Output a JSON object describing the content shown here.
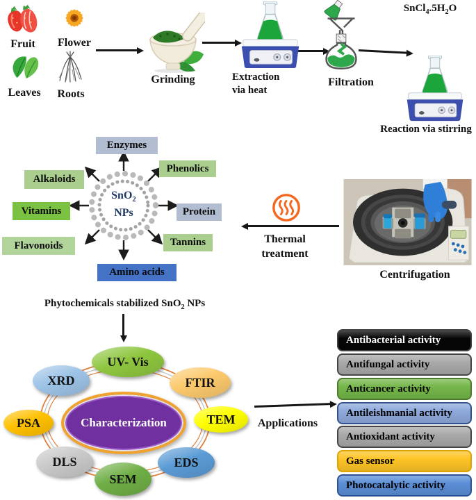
{
  "top": {
    "sources": [
      {
        "label": "Fruit"
      },
      {
        "label": "Flower"
      },
      {
        "label": "Leaves"
      },
      {
        "label": "Roots"
      }
    ],
    "grinding_label": "Grinding",
    "extraction_label_line1": "Extraction",
    "extraction_label_line2": "via heat",
    "filtration_label": "Filtration",
    "reaction_label": "Reaction via stirring",
    "reagent": {
      "p1": "SnCl",
      "sub1": "4",
      "p2": ".5H",
      "sub2": "2",
      "p3": "O"
    }
  },
  "phyto": {
    "core": {
      "p1": "SnO",
      "sub1": "2",
      "line2": "NPs",
      "color": "#1f3864"
    },
    "items": [
      {
        "label": "Enzymes",
        "bg": "#b3bdd1"
      },
      {
        "label": "Phenolics",
        "bg": "#a9ce8e"
      },
      {
        "label": "Alkaloids",
        "bg": "#a9ce8e"
      },
      {
        "label": "Vitamins",
        "bg": "#7cc242"
      },
      {
        "label": "Protein",
        "bg": "#b3bdd1"
      },
      {
        "label": "Tannins",
        "bg": "#a9ce8e"
      },
      {
        "label": "Flavonoids",
        "bg": "#b0d49a"
      },
      {
        "label": "Amino acids",
        "bg": "#4472c4"
      }
    ]
  },
  "process": {
    "thermal_line1": "Thermal",
    "thermal_line2": "treatment",
    "centrifugation_label": "Centrifugation",
    "heat_icon_color": "#f4671f"
  },
  "caption": {
    "p1": "Phytochemicals stabilized SnO",
    "sub1": "2",
    "p2": " NPs"
  },
  "wheel": {
    "center_label": "Characterization",
    "center_bg": "#7030a0",
    "ring_color": "#e0803f",
    "techniques": [
      {
        "label": "UV- Vis",
        "bg": "#8ec63f"
      },
      {
        "label": "FTIR",
        "bg": "#fbc96c"
      },
      {
        "label": "TEM",
        "bg": "#ffff00"
      },
      {
        "label": "EDS",
        "bg": "#5b9bd5"
      },
      {
        "label": "SEM",
        "bg": "#6fae46"
      },
      {
        "label": "DLS",
        "bg": "#c9c9c9"
      },
      {
        "label": "PSA",
        "bg": "#ffc000"
      },
      {
        "label": "XRD",
        "bg": "#9dc3e6"
      }
    ]
  },
  "applications": {
    "label": "Applications",
    "items": [
      {
        "label": "Antibacterial activity",
        "bg": "#050505",
        "fg": "#ffffff",
        "border": "#404040"
      },
      {
        "label": "Antifungal activity",
        "bg": "#a8a8a8",
        "fg": "#000000",
        "border": "#454545"
      },
      {
        "label": "Anticancer activity",
        "bg": "#74b649",
        "fg": "#000000",
        "border": "#4e7a2e"
      },
      {
        "label": "Antileishmanial activity",
        "bg": "#8ea9db",
        "fg": "#000000",
        "border": "#33518e"
      },
      {
        "label": "Antioxidant activity",
        "bg": "#a8a8a8",
        "fg": "#000000",
        "border": "#454545"
      },
      {
        "label": "Gas sensor",
        "bg": "#fdc426",
        "fg": "#000000",
        "border": "#dba400"
      },
      {
        "label": "Photocatalytic activity",
        "bg": "#5b8ed6",
        "fg": "#000000",
        "border": "#2e5395"
      }
    ]
  }
}
